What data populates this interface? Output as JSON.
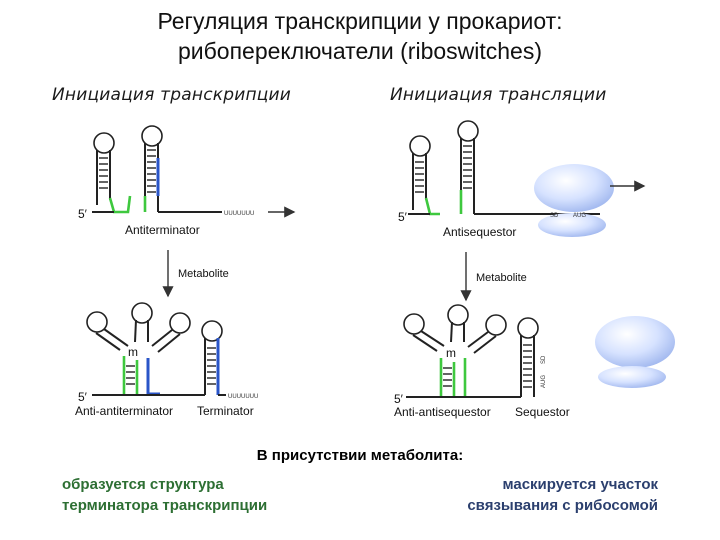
{
  "title": {
    "line1": "Регуляция транскрипции у прокариот:",
    "line2": "рибопереключатели (riboswitches)"
  },
  "panels": {
    "left_heading": "Инициация транскрипции",
    "right_heading": "Инициация трансляции"
  },
  "diagram": {
    "five_prime": "5′",
    "uuu": "UUUUUUU",
    "antiterminator": "Antiterminator",
    "metabolite": "Metabolite",
    "metabolite_symbol": "m",
    "anti_antiterminator": "Anti-antiterminator",
    "terminator": "Terminator",
    "antisequestor": "Antisequestor",
    "anti_antisequestor": "Anti-antisequestor",
    "sequestor": "Sequestor",
    "sd": "SD",
    "aug": "AUG"
  },
  "colors": {
    "green": "#3ec83e",
    "blue": "#2a55c8",
    "ribosome": "#c8d8ff"
  },
  "caption": "В присутствии метаболита:",
  "notes": {
    "left_line1": "образуется структура",
    "left_line2": "терминатора транскрипции",
    "right_line1": "маскируется участок",
    "right_line2": "связывания с рибосомой"
  }
}
